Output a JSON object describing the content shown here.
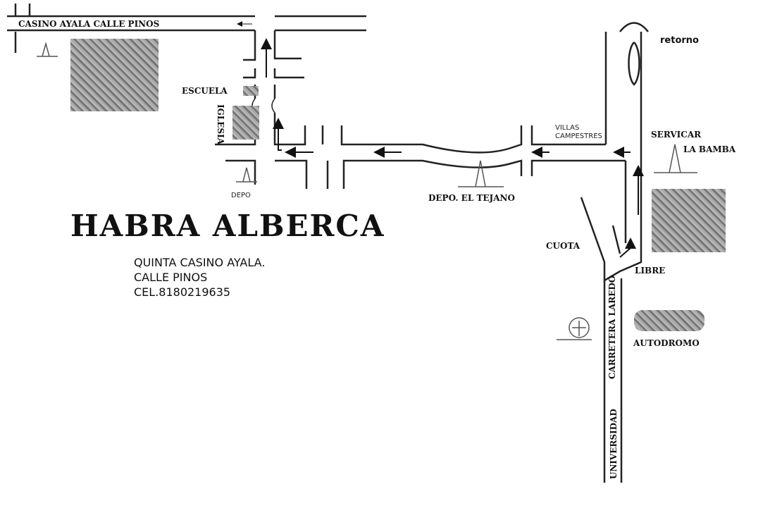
{
  "title": "HABRA ALBERCA",
  "address": {
    "line1": "QUINTA CASINO AYALA.",
    "line2": "CALLE PINOS",
    "line3": "CEL.8180219635"
  },
  "labels": {
    "casino": "CASINO AYALA CALLE PINOS",
    "escuela": "ESCUELA",
    "iglesia": "IGLESIA",
    "depo": "DEPO",
    "depo_tejano": "DEPO. EL TEJANO",
    "villas": "VILLAS",
    "campestres": "CAMPESTRES",
    "retorno": "retorno",
    "servicar": "SERVICAR",
    "la_bamba": "LA BAMBA",
    "cuota": "CUOTA",
    "libre": "LIBRE",
    "carretera": "CARRETERA LAREDO",
    "autodromo": "AUTODROMO",
    "universidad": "UNIVERSIDAD"
  }
}
